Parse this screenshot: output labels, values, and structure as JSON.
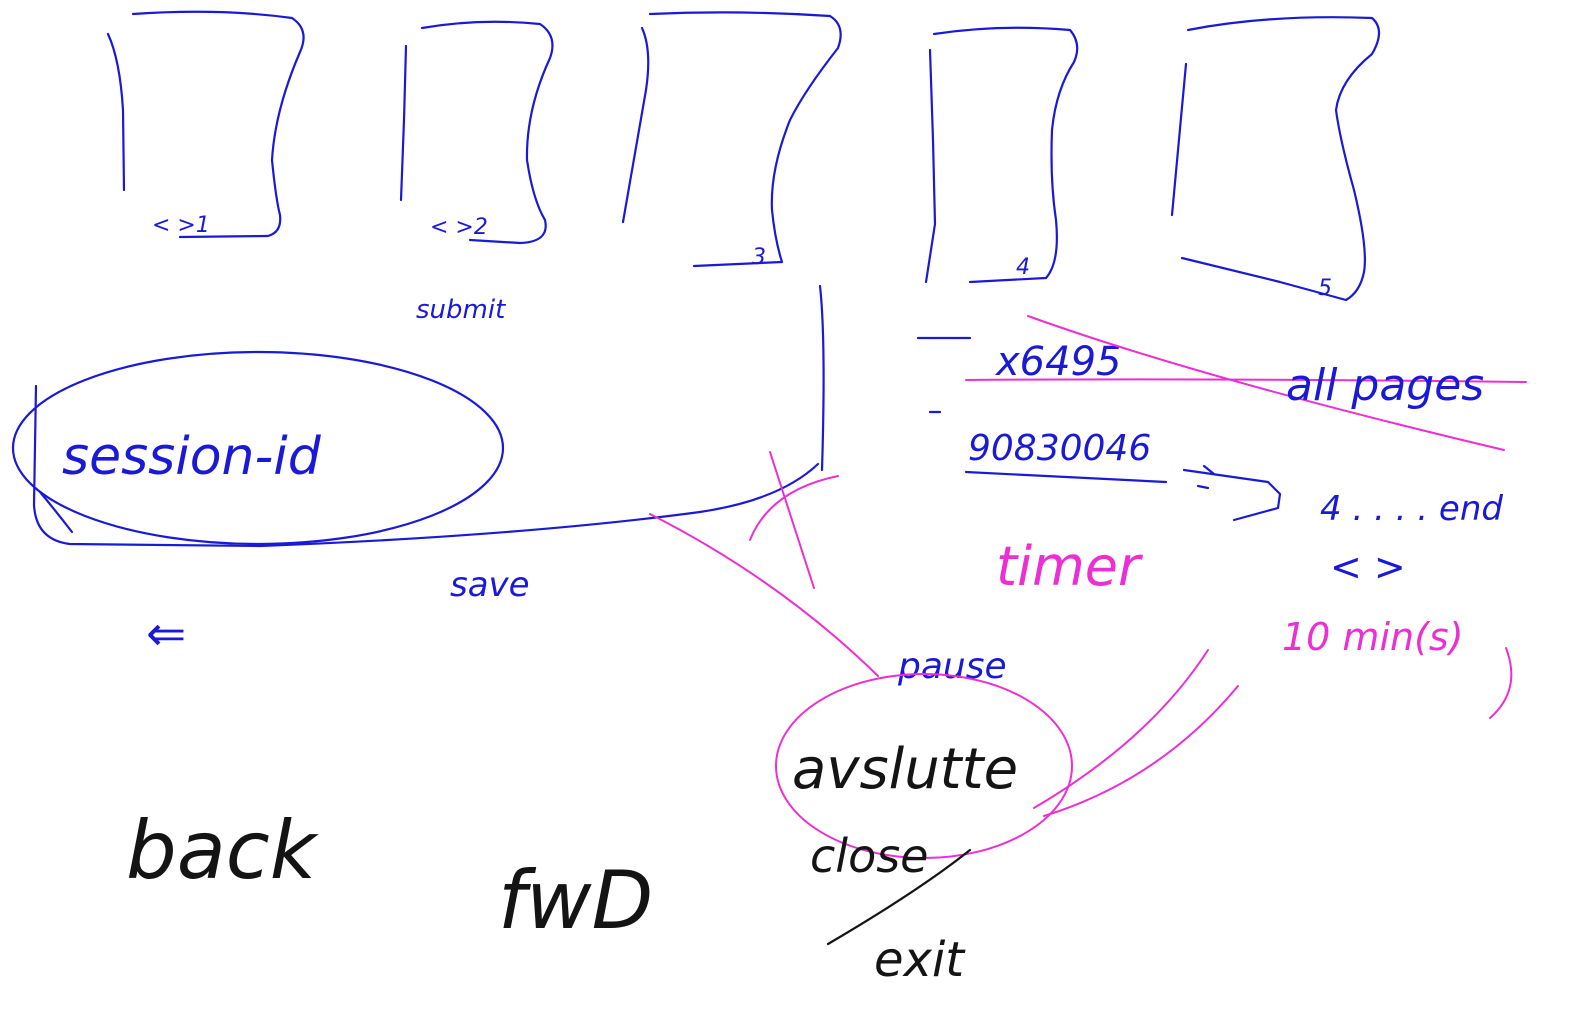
{
  "colors": {
    "blue_ink": "#1a1ad6",
    "pink_ink": "#ec2fd2",
    "black_ink": "#141414",
    "background": "#ffffff"
  },
  "pages": [
    {
      "label": "<    >1"
    },
    {
      "label": "< >2"
    },
    {
      "label": "3"
    },
    {
      "label": "4"
    },
    {
      "label": "5"
    }
  ],
  "notes": {
    "submit": "submit",
    "session_id": "session-id",
    "save": "save",
    "back_arrow": "⇐",
    "id_1": "x6495",
    "id_2": "90830046",
    "all_pages": "all pages",
    "range": "4 . . . . end",
    "nav_brackets": "<   >",
    "timer": "timer",
    "timer_value": "10 min(s)",
    "pause": "pause",
    "avslutte": "avslutte",
    "close": "close",
    "exit": "exit"
  },
  "bottom_nav": {
    "back": "back",
    "fwd": "fwD"
  }
}
